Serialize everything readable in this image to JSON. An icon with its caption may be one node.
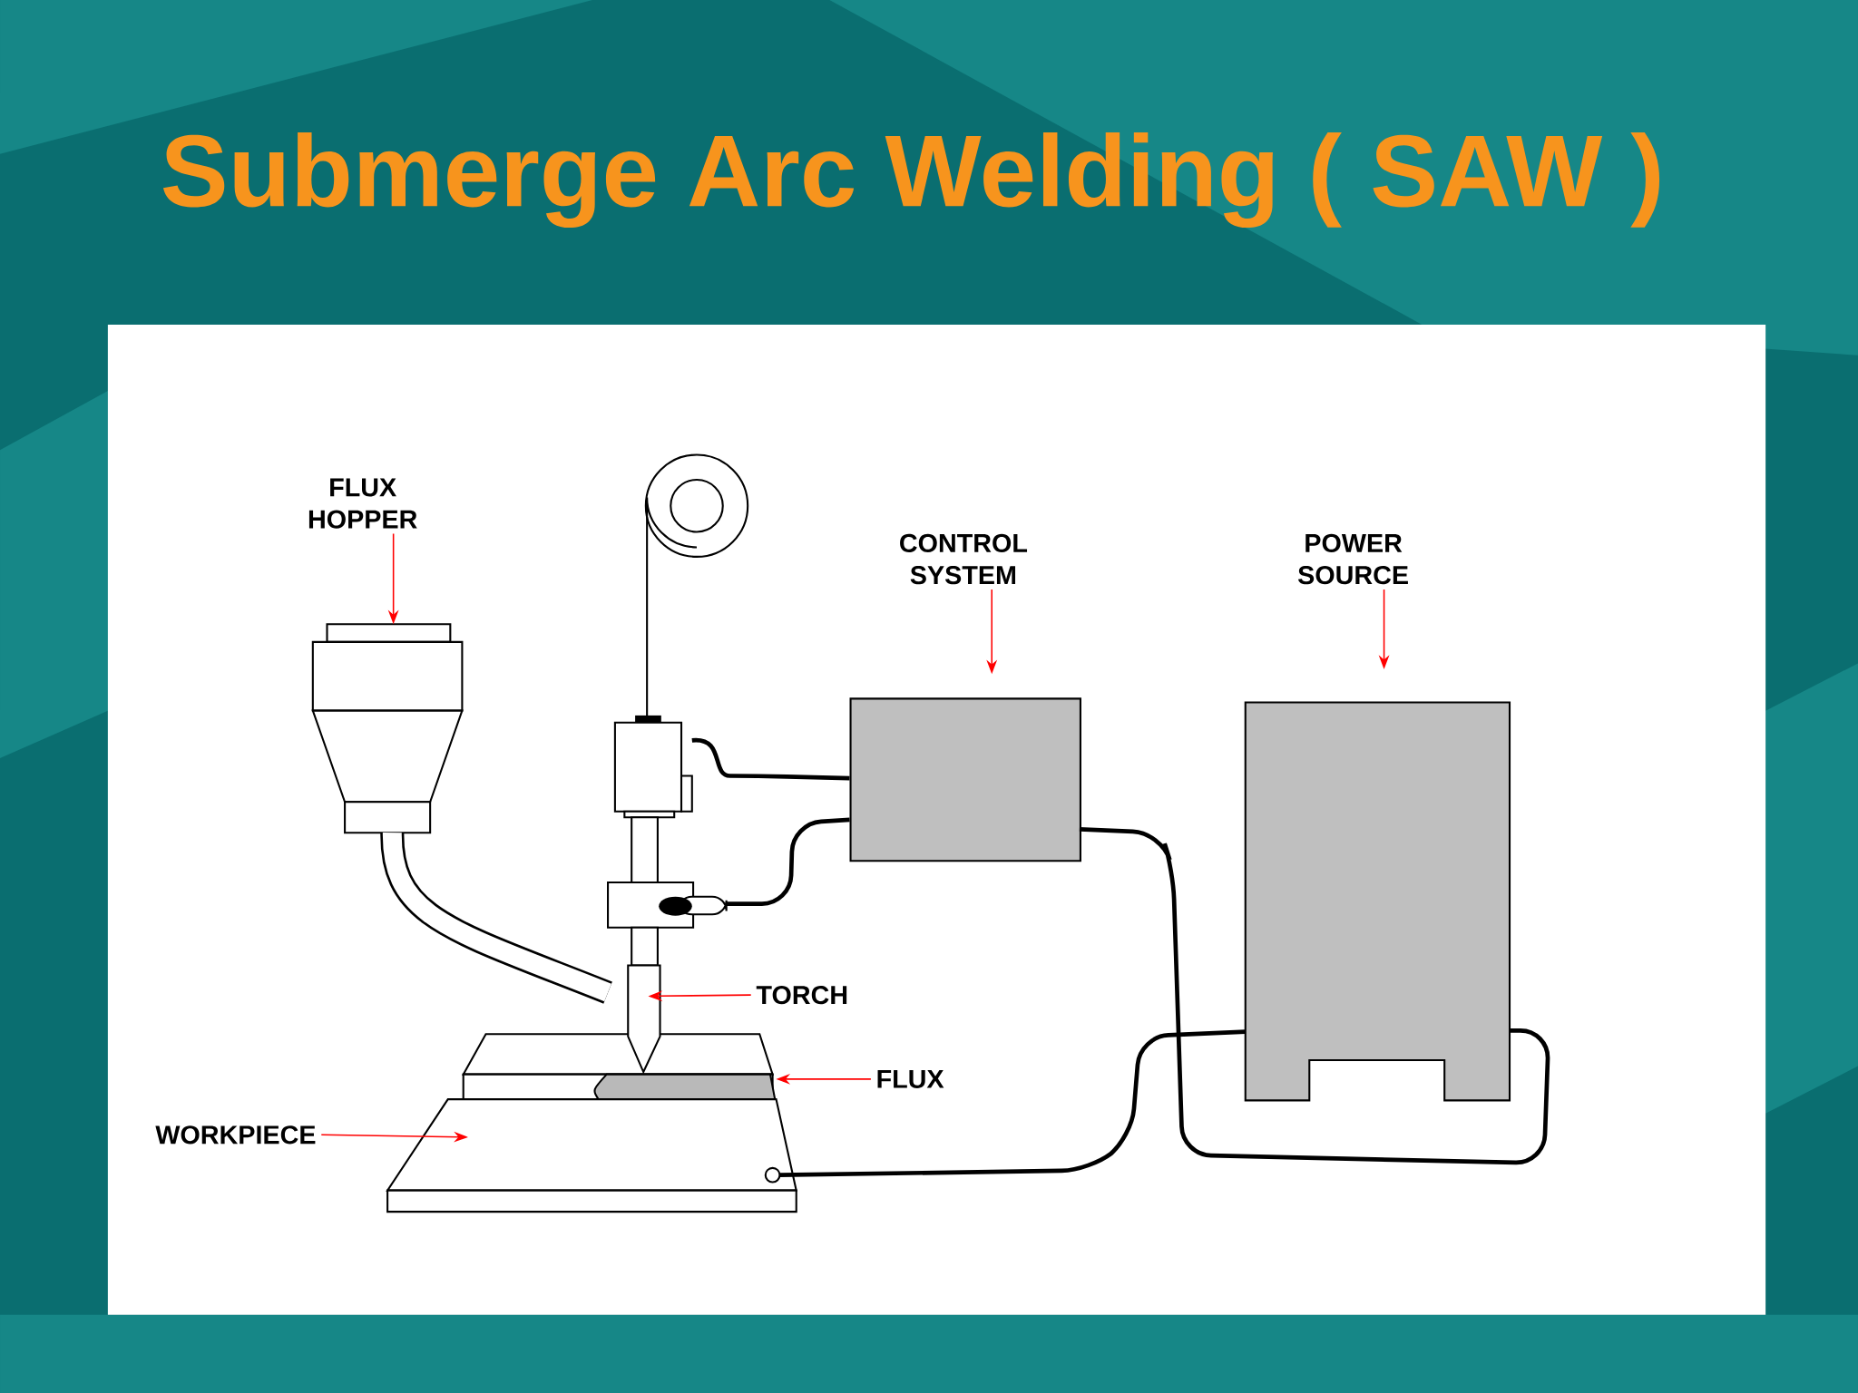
{
  "diagram": {
    "title": "Submerge Arc Welding ( SAW )",
    "nodes": [
      {
        "text": [
          "FLUX HOPPER"
        ]
      },
      {
        "text": [
          "CONTROL SYSTEM"
        ]
      },
      {
        "text": [
          "POWER SOURCE"
        ]
      },
      {
        "text": [],
        "shape": "hopper"
      },
      {
        "text": [],
        "shape": "box"
      },
      {
        "text": [],
        "shape": "box"
      },
      {
        "text": [
          "TORCH"
        ]
      },
      {
        "text": [],
        "shape": "torch"
      },
      {
        "text": [
          "FLUX"
        ]
      },
      {
        "text": [],
        "shape": "bar"
      },
      {
        "text": [
          "WORKPIECE"
        ]
      },
      {
        "text": [],
        "shape": "plate"
      }
    ],
    "edges": [
      {
        "from": 0,
        "to": 3,
        "arrow": "to"
      },
      {
        "from": 1,
        "to": 4,
        "arrow": "to"
      },
      {
        "from": 2,
        "to": 5,
        "arrow": "to"
      },
      {
        "from": 6,
        "to": 7,
        "arrow": "to"
      },
      {
        "from": 8,
        "to": 9,
        "arrow": "to"
      },
      {
        "from": 10,
        "to": 11,
        "arrow": "to"
      },
      {
        "from": 3,
        "to": 7,
        "arrow": "none",
        "style": "thick",
        "color": "#000000"
      },
      {
        "from": 7,
        "to": 4,
        "arrow": "none",
        "style": "thick",
        "color": "#000000"
      },
      {
        "from": 7,
        "to": 4,
        "arrow": "none",
        "style": "thick",
        "color": "#000000"
      },
      {
        "from": 4,
        "to": 5,
        "arrow": "none",
        "style": "thick",
        "color": "#000000"
      },
      {
        "from": 5,
        "to": 11,
        "arrow": "none",
        "style": "thick",
        "color": "#000000"
      }
    ]
  }
}
